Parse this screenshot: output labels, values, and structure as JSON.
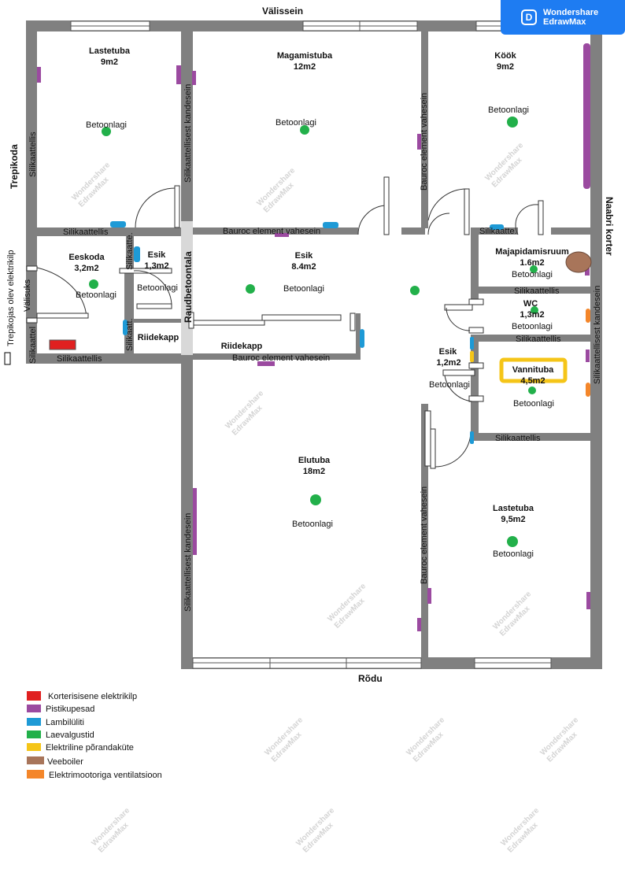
{
  "badge": {
    "line1": "Wondershare",
    "line2": "EdrawMax"
  },
  "watermark": {
    "line1": "Wondershare",
    "line2": "EdrawMax"
  },
  "sides": {
    "top": "Välissein",
    "bottom": "Rõdu",
    "left": "Trepikoda",
    "right": "Naabri korter",
    "left_outer": "Trepikojas olev elektrikilp"
  },
  "rooms": {
    "lastetuba1": {
      "name": "Lastetuba",
      "area": "9m2",
      "ceiling": "Betoonlagi"
    },
    "magamistuba": {
      "name": "Magamistuba",
      "area": "12m2",
      "ceiling": "Betoonlagi"
    },
    "kook": {
      "name": "Köök",
      "area": "9m2",
      "ceiling": "Betoonlagi"
    },
    "eeskoda": {
      "name": "Eeskoda",
      "area": "3,2m2",
      "ceiling": "Betoonlagi"
    },
    "esik1": {
      "name": "Esik",
      "area": "1,3m2",
      "ceiling": "Betoonlagi"
    },
    "esik2": {
      "name": "Esik",
      "area": "8.4m2",
      "ceiling": "Betoonlagi"
    },
    "majapidamisruum": {
      "name": "Majapidamisruum",
      "area": "1.6m2",
      "ceiling": "Betoonlagi"
    },
    "wc": {
      "name": "WC",
      "area": "1,3m2",
      "ceiling": "Betoonlagi"
    },
    "esik3": {
      "name": "Esik",
      "area": "1,2m2",
      "ceiling": "Betoonlagi"
    },
    "vannituba": {
      "name": "Vannituba",
      "area": "4,5m2",
      "ceiling": "Betoonlagi"
    },
    "elutuba": {
      "name": "Elutuba",
      "area": "18m2",
      "ceiling": "Betoonlagi"
    },
    "lastetuba2": {
      "name": "Lastetuba",
      "area": "9,5m2",
      "ceiling": "Betoonlagi"
    },
    "riidekapp1": {
      "name": "Riidekapp"
    },
    "riidekapp2": {
      "name": "Riidekapp"
    }
  },
  "walls": {
    "silikaattellis": "Silikaattellis",
    "silikaatte_short": "Silikaatte.",
    "silikaatt_short": "Silikaatt.",
    "silikaattel_short": "Silikaattel",
    "kandesein": "Silikaattellisest kandesein",
    "bauroc": "Bauroc element vahesein",
    "raudbetoontala": "Raudbetoontala",
    "valisuks": "Välisuks"
  },
  "legend": [
    {
      "label": "Korterisisene elektrikilp",
      "color": "#e02020"
    },
    {
      "label": "Pistikupesad",
      "color": "#9b4aa0"
    },
    {
      "label": "Lambilüliti",
      "color": "#1e9ad6"
    },
    {
      "label": "Laevalgustid",
      "color": "#22b04a"
    },
    {
      "label": "Elektriline põrandaküte",
      "color": "#f5c518"
    },
    {
      "label": "Veeboiler",
      "color": "#a8755a"
    },
    {
      "label": "Elektrimootoriga ventilatsioon",
      "color": "#f4862a"
    }
  ]
}
